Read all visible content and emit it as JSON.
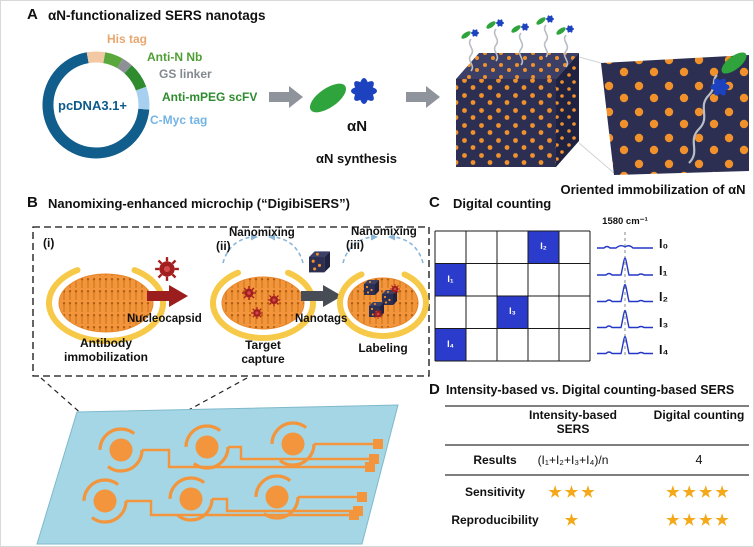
{
  "colors": {
    "plasmid_ring": "#115d8c",
    "orange_dot": "#f0912c",
    "nanotag_body": "#2c2f52",
    "well_orange": "#f2953c",
    "well_ring_yellow": "#f7c948",
    "virus_red": "#a31f1f",
    "chip_blue": "#a4d6e6",
    "grid_cell_blue": "#2b3ccc",
    "spectrum_blue": "#2337c8",
    "star_yellow": "#f4a91b"
  },
  "panelA": {
    "label": "A",
    "title": "αN-functionalized SERS nanotags",
    "plasmid": {
      "name": "pcDNA3.1+",
      "segments": [
        {
          "label": "His tag",
          "color": "#f3c9a5"
        },
        {
          "label": "Anti-N Nb",
          "color": "#5aa83b"
        },
        {
          "label": "GS linker",
          "color": "#8d9197"
        },
        {
          "label": "Anti-mPEG scFV",
          "color": "#2e8b2e"
        },
        {
          "label": "C-Myc tag",
          "color": "#a6cff0"
        }
      ]
    },
    "molecule_label": "αN",
    "synthesis_caption": "αN synthesis",
    "immobilization_caption": "Oriented immobilization of αN"
  },
  "panelB": {
    "label": "B",
    "title": "Nanomixing-enhanced microchip (“DigibiSERS”)",
    "step1_index": "(i)",
    "step1_caption": "Antibody immobilization",
    "step2_index": "(ii)",
    "step2_caption": "Target capture",
    "step2_top_label": "Nanomixing",
    "step3_index": "(iii)",
    "step3_caption": "Labeling",
    "step3_top_label": "Nanomixing",
    "arrow1_label": "Nucleocapsid",
    "arrow2_label": "Nanotags"
  },
  "panelC": {
    "label": "C",
    "title": "Digital counting",
    "wavenumber_label": "1580 cm⁻¹",
    "grid_cells": [
      {
        "label": "I₁"
      },
      {
        "label": "I₂"
      },
      {
        "label": "I₃"
      },
      {
        "label": "I₄"
      }
    ],
    "spectra": [
      {
        "label": "I₀"
      },
      {
        "label": "I₁"
      },
      {
        "label": "I₂"
      },
      {
        "label": "I₃"
      },
      {
        "label": "I₄"
      }
    ]
  },
  "panelD": {
    "label": "D",
    "title": "Intensity-based vs. Digital counting-based SERS",
    "col1_header": "Intensity-based SERS",
    "col2_header": "Digital counting",
    "rows": [
      {
        "label": "Results",
        "intensity": "(I₁+I₂+I₃+I₄)/n",
        "digital": "4"
      },
      {
        "label": "Sensitivity",
        "intensity": "★★★",
        "digital": "★★★★"
      },
      {
        "label": "Reproducibility",
        "intensity": "★",
        "digital": "★★★★"
      }
    ]
  }
}
